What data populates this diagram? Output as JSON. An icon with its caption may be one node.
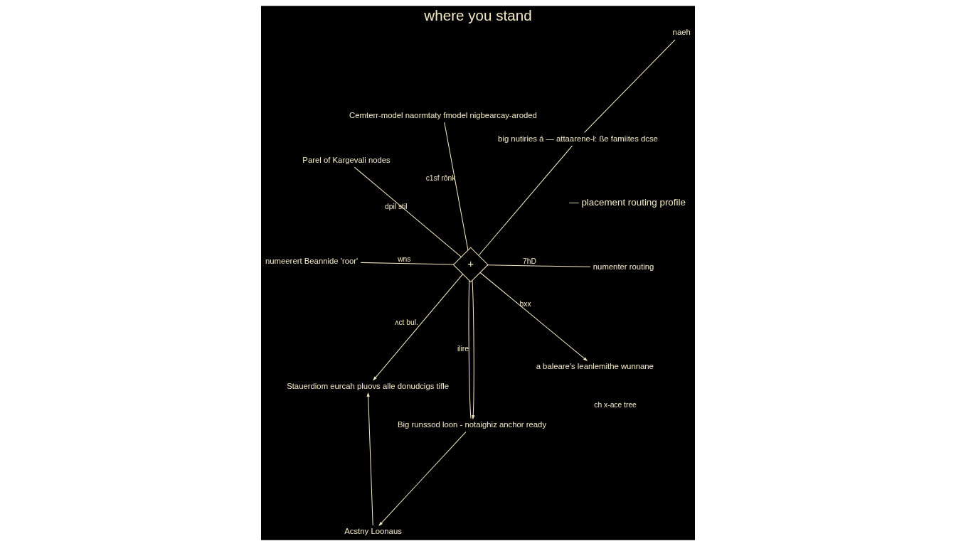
{
  "diagram": {
    "title": "where you stand",
    "nodes": [
      {
        "text": [
          "+"
        ]
      },
      {
        "text": [
          "numenter routing"
        ]
      },
      {
        "text": [
          "Stauerdiom eurcah pluovs alle donudcigs tifle"
        ]
      },
      {
        "text": [
          "big nutiries á — attaarene-ł: ße famiites dcse"
        ]
      },
      {
        "text": [
          "Cemterr-model naormtaty fmodel nigbearcay-aroded"
        ]
      },
      {
        "text": [
          "Parel of Kargevali nodes"
        ]
      },
      {
        "text": [
          "Acstny Loonaus"
        ]
      },
      {
        "text": [
          "Big runssod loon - notaighiz anchor ready"
        ]
      },
      {
        "text": [
          "numeerert Beannide 'roor'"
        ]
      },
      {
        "text": [
          "naeh"
        ]
      },
      {
        "text": [
          "a baleare's leanlemithe wunnane"
        ]
      }
    ],
    "edges": [
      {
        "from": 0,
        "to": 1,
        "arrow": "none",
        "label": "7hD"
      },
      {
        "from": 0,
        "to": 2,
        "arrow": "to",
        "label": "ʌct bul."
      },
      {
        "from": 0,
        "to": 3,
        "arrow": "none"
      },
      {
        "from": 0,
        "to": 4,
        "arrow": "none",
        "label": "c1sf rônk"
      },
      {
        "from": 0,
        "to": 5,
        "arrow": "none",
        "label": "dpil stil"
      },
      {
        "from": 0,
        "to": 8,
        "arrow": "none",
        "label": "wns"
      },
      {
        "from": 0,
        "to": 7,
        "arrow": "to"
      },
      {
        "from": 0,
        "to": 7,
        "arrow": "none",
        "label": "ilire"
      },
      {
        "from": 0,
        "to": 10,
        "arrow": "to"
      },
      {
        "from": 6,
        "to": 2,
        "arrow": "to"
      },
      {
        "from": 3,
        "to": 9,
        "arrow": "none"
      },
      {
        "from": 7,
        "to": 6,
        "arrow": "to"
      }
    ],
    "labels": [
      "— placement routing profile",
      "ch x-ace tree",
      "bxx"
    ]
  }
}
